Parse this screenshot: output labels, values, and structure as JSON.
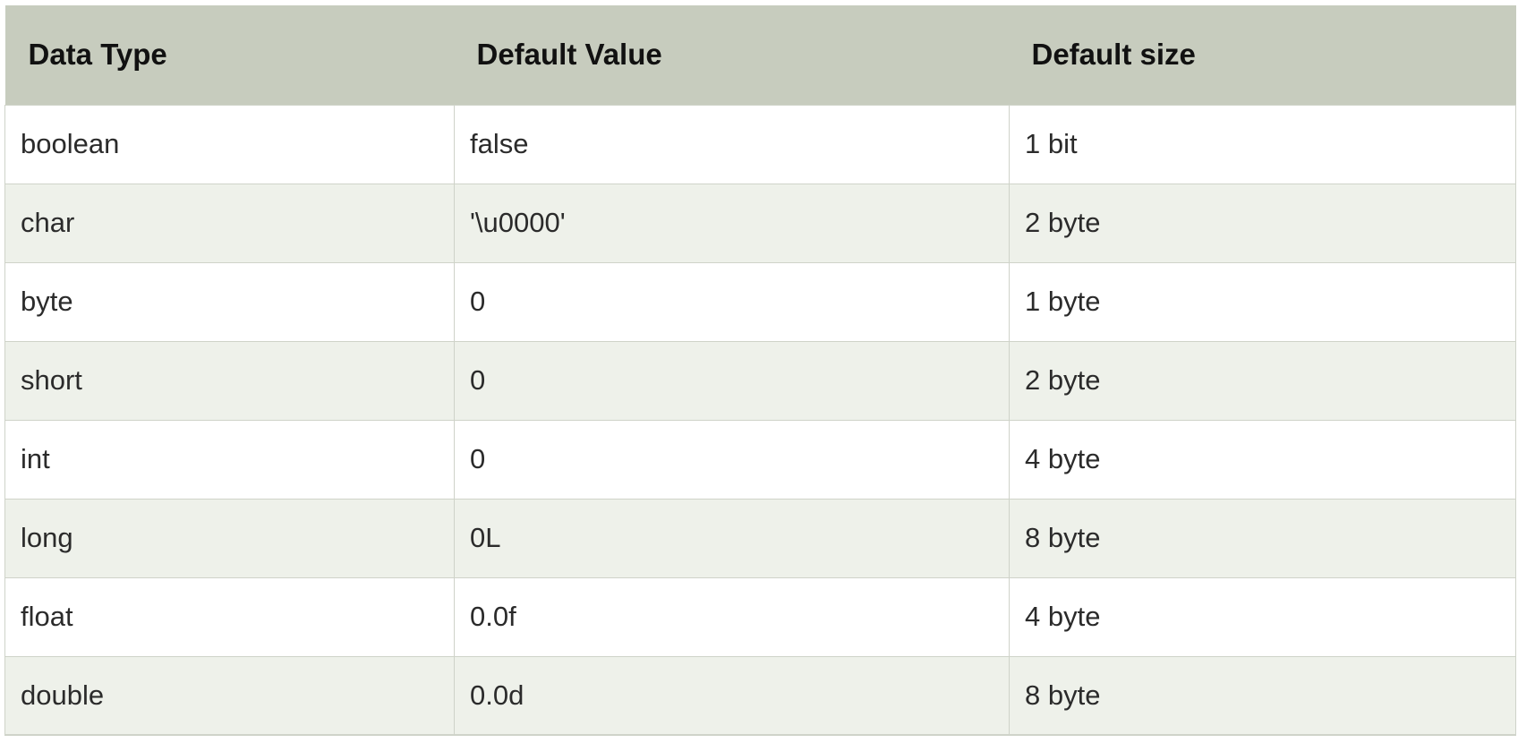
{
  "table": {
    "headers": [
      "Data Type",
      "Default Value",
      "Default size"
    ],
    "rows": [
      [
        "boolean",
        "false",
        "1 bit"
      ],
      [
        "char",
        "'\\u0000'",
        "2 byte"
      ],
      [
        "byte",
        "0",
        "1 byte"
      ],
      [
        "short",
        "0",
        "2 byte"
      ],
      [
        "int",
        "0",
        "4 byte"
      ],
      [
        "long",
        "0L",
        "8 byte"
      ],
      [
        "float",
        "0.0f",
        "4 byte"
      ],
      [
        "double",
        "0.0d",
        "8 byte"
      ]
    ]
  },
  "colors": {
    "header_bg": "#c7ccbe",
    "row_alt_bg": "#eef1ea",
    "row_bg": "#ffffff",
    "border": "#cfd3c9"
  }
}
